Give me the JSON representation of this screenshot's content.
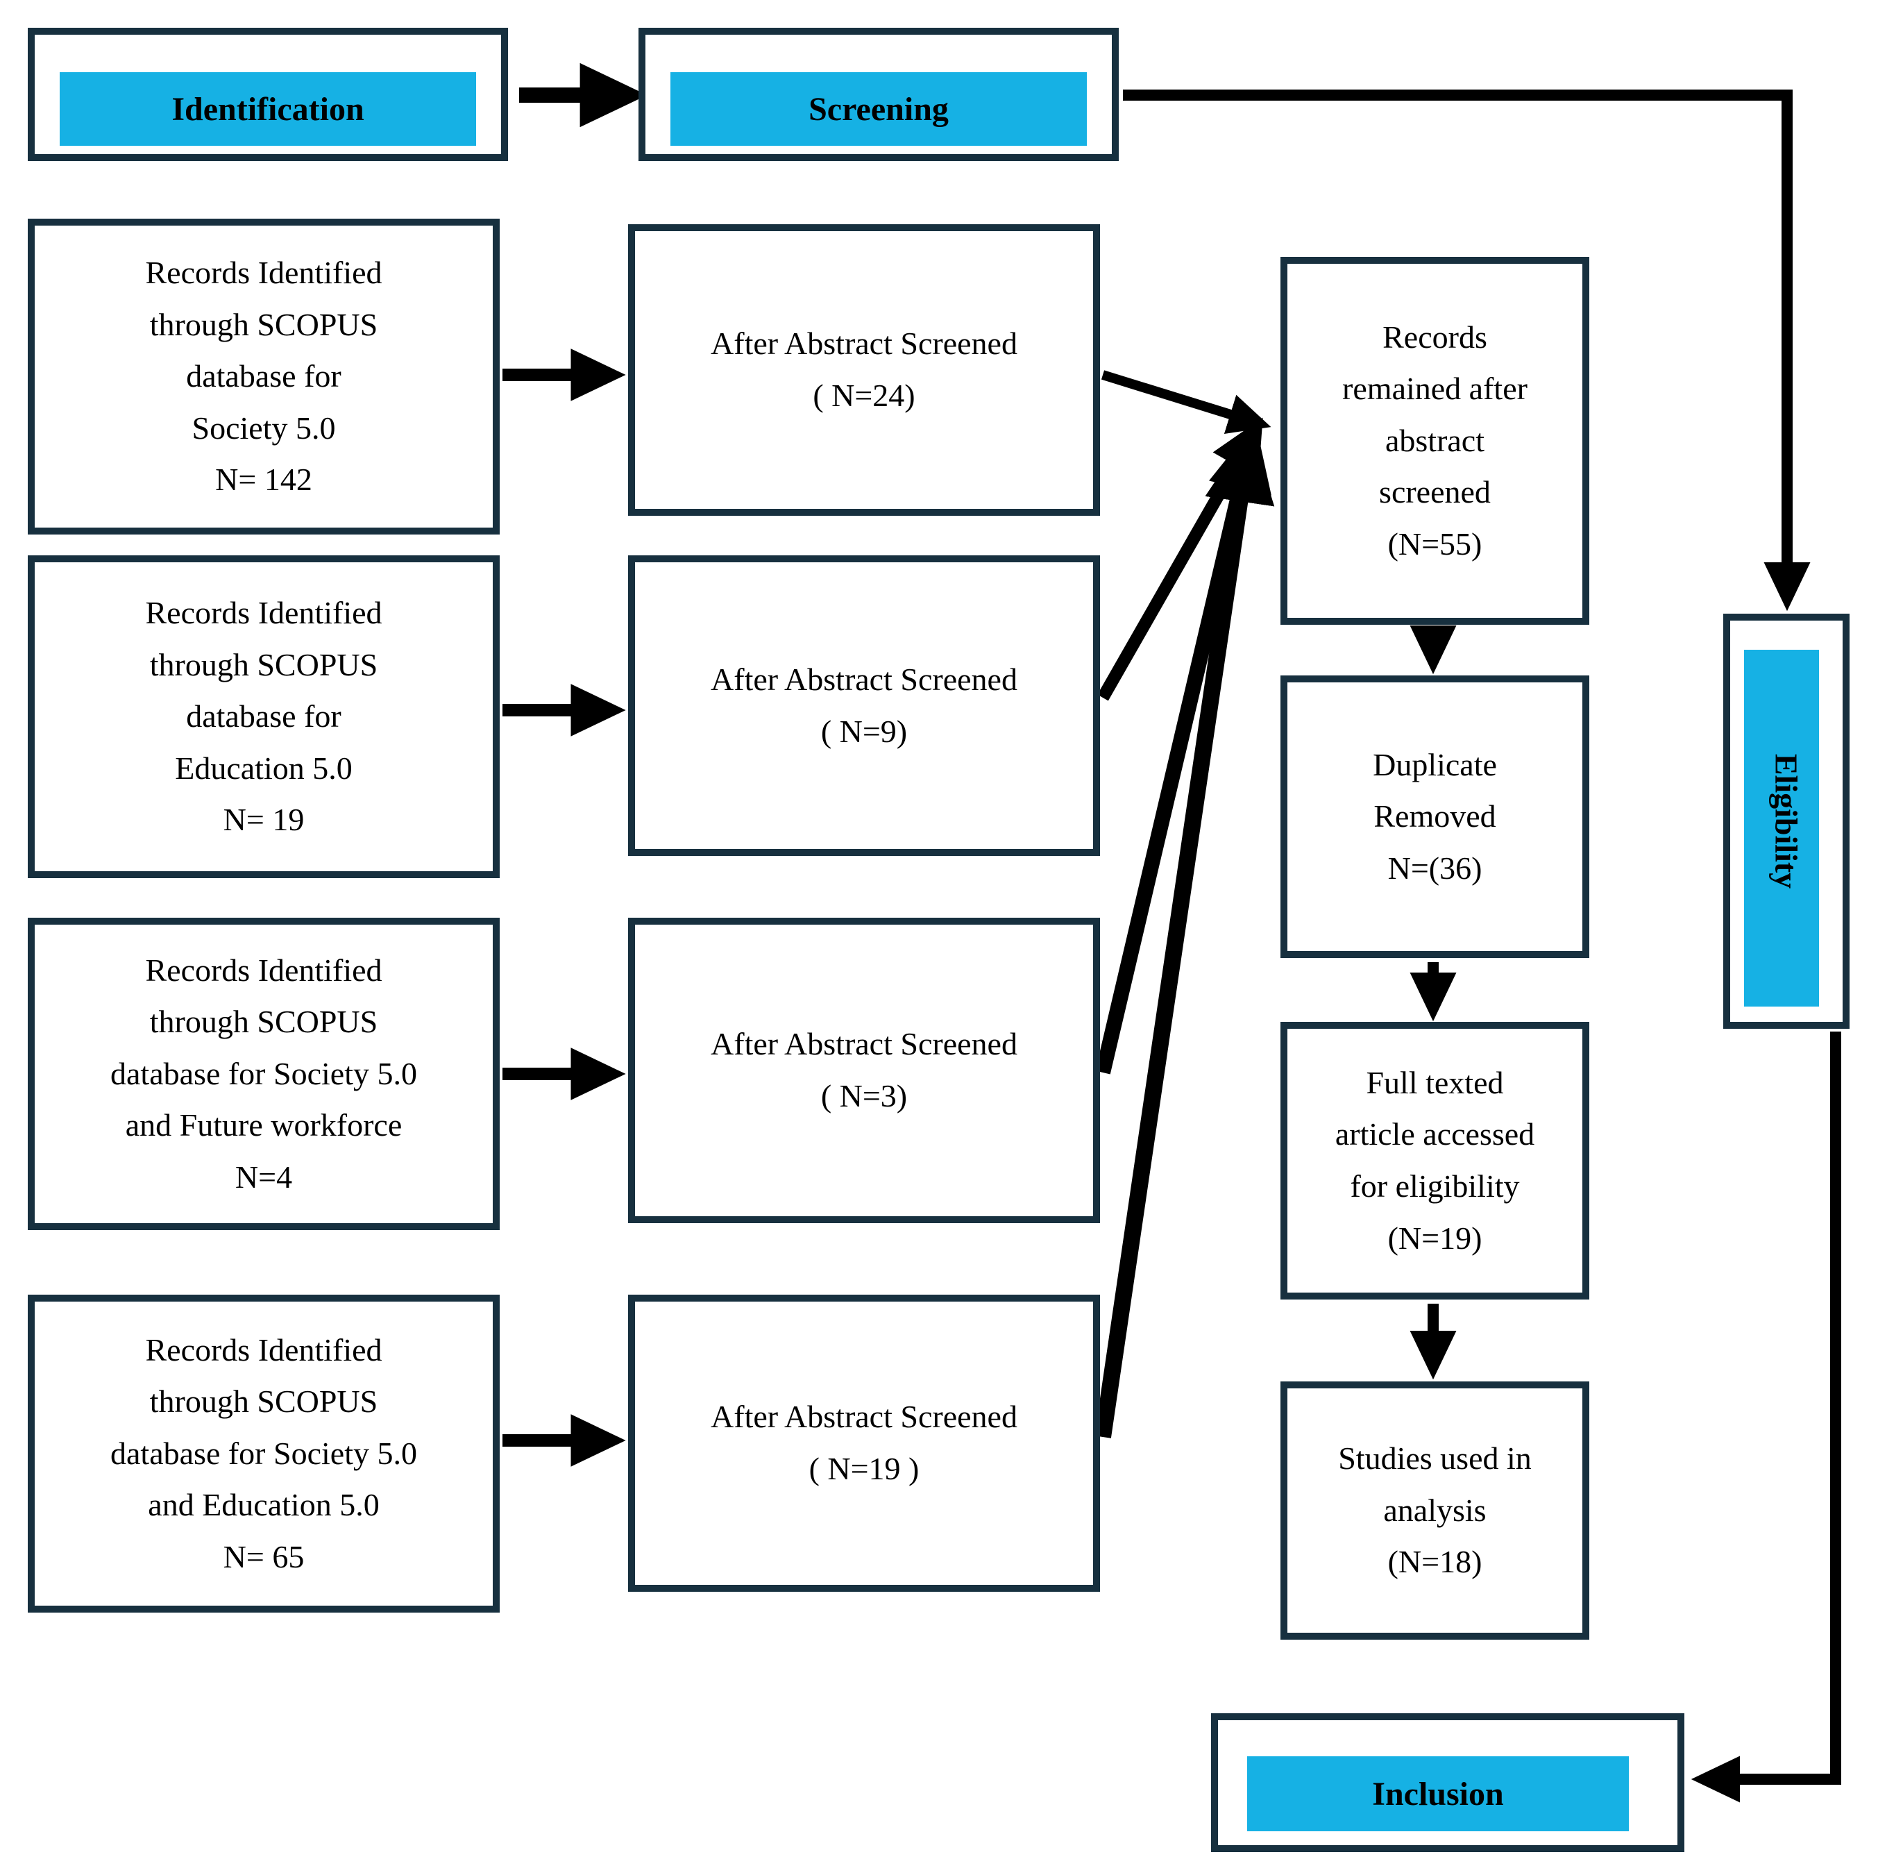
{
  "colors": {
    "accent": "#16b1e4",
    "border": "#17303f",
    "arrow": "#000000"
  },
  "stages": {
    "identification": "Identification",
    "screening": "Screening",
    "eligibility": "Eligibility",
    "inclusion": "Inclusion"
  },
  "sources": [
    {
      "text": "Records Identified\nthrough SCOPUS\ndatabase for\nSociety 5.0\nN= 142"
    },
    {
      "text": "Records Identified\nthrough SCOPUS\ndatabase for\nEducation 5.0\nN= 19"
    },
    {
      "text": "Records Identified\nthrough SCOPUS\ndatabase for Society 5.0\nand Future workforce\nN=4"
    },
    {
      "text": "Records Identified\nthrough SCOPUS\ndatabase for Society 5.0\nand Education 5.0\nN= 65"
    }
  ],
  "screened": [
    {
      "text": "After Abstract Screened\n( N=24)"
    },
    {
      "text": "After Abstract Screened\n( N=9)"
    },
    {
      "text": "After Abstract Screened\n( N=3)"
    },
    {
      "text": "After Abstract Screened\n( N=19 )"
    }
  ],
  "pipeline": [
    {
      "text": "Records\nremained after\nabstract\nscreened\n(N=55)"
    },
    {
      "text": "Duplicate\nRemoved\nN=(36)"
    },
    {
      "text": "Full texted\narticle accessed\nfor eligibility\n(N=19)"
    },
    {
      "text": "Studies used in\nanalysis\n(N=18)"
    }
  ]
}
